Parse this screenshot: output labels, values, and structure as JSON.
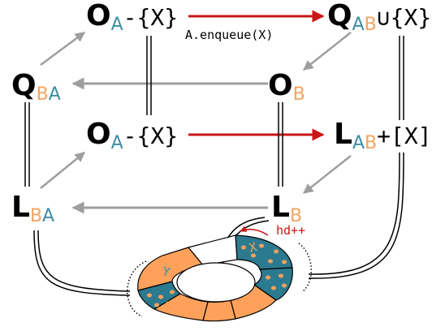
{
  "colors": {
    "teal": "#3b8ea5",
    "orange": "#f4a460",
    "orange_fill": "#ffa15b",
    "dark_teal": "#2c7a90",
    "red_arrow": "#c81616",
    "gray_arrow": "#9e9e9e"
  },
  "nodes": {
    "oa_top": {
      "main": "O",
      "sub": [
        {
          "t": "A",
          "c": "teal"
        }
      ],
      "suffix": "-{X}"
    },
    "qab": {
      "main": "Q",
      "sub": [
        {
          "t": "A",
          "c": "teal"
        },
        {
          "t": "B",
          "c": "orange"
        }
      ],
      "suffix": "∪{X}"
    },
    "qba": {
      "main": "Q",
      "sub": [
        {
          "t": "B",
          "c": "orange"
        },
        {
          "t": "A",
          "c": "teal"
        }
      ],
      "suffix": ""
    },
    "ob": {
      "main": "O",
      "sub": [
        {
          "t": "B",
          "c": "orange"
        }
      ],
      "suffix": ""
    },
    "oa_mid": {
      "main": "O",
      "sub": [
        {
          "t": "A",
          "c": "teal"
        }
      ],
      "suffix": "-{X}"
    },
    "lab": {
      "main": "L",
      "sub": [
        {
          "t": "A",
          "c": "teal"
        },
        {
          "t": "B",
          "c": "orange"
        }
      ],
      "suffix": "+[X]"
    },
    "lba": {
      "main": "L",
      "sub": [
        {
          "t": "B",
          "c": "orange"
        },
        {
          "t": "A",
          "c": "teal"
        }
      ],
      "suffix": ""
    },
    "lb": {
      "main": "L",
      "sub": [
        {
          "t": "B",
          "c": "orange"
        }
      ],
      "suffix": ""
    }
  },
  "edge_labels": {
    "enqueue": "A.enqueue(X)",
    "hd_inc": "hd++"
  },
  "ring_labels": {
    "x": "X",
    "y": "Y"
  }
}
